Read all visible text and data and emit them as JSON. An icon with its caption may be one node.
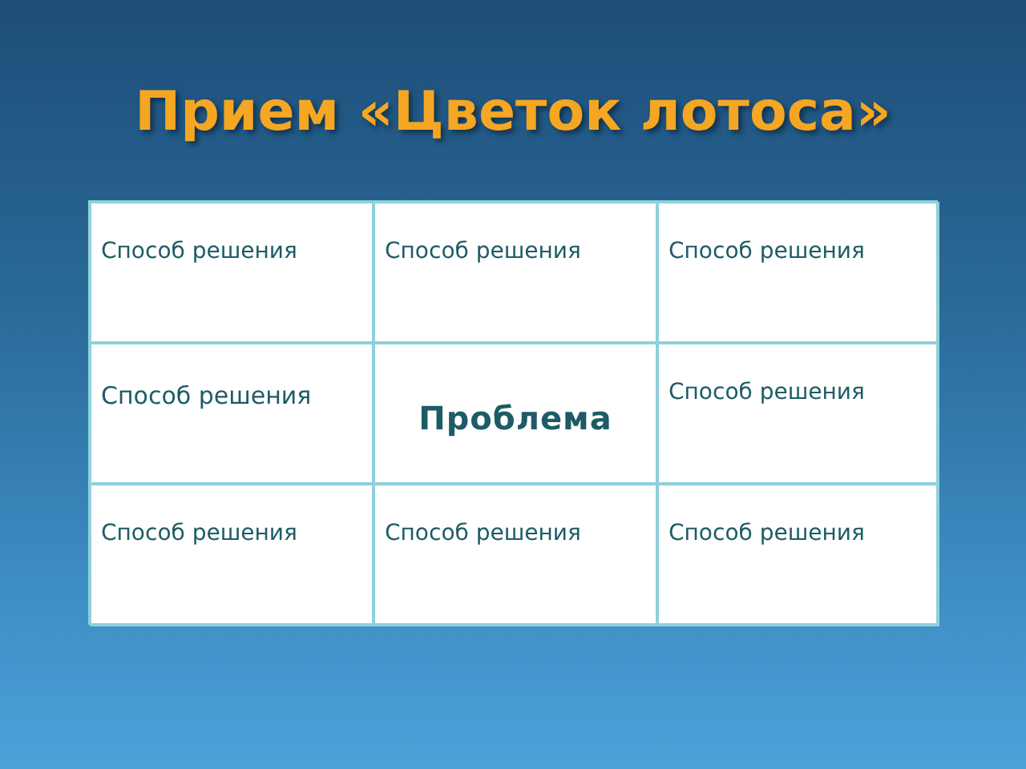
{
  "diagram": {
    "title": "Прием «Цветок лотоса»",
    "labels": [
      "Способ решения",
      "Способ решения",
      "Способ решения",
      "Способ решения",
      "Проблема",
      "Способ решения",
      "Способ решения",
      "Способ решения",
      "Способ решения"
    ]
  }
}
